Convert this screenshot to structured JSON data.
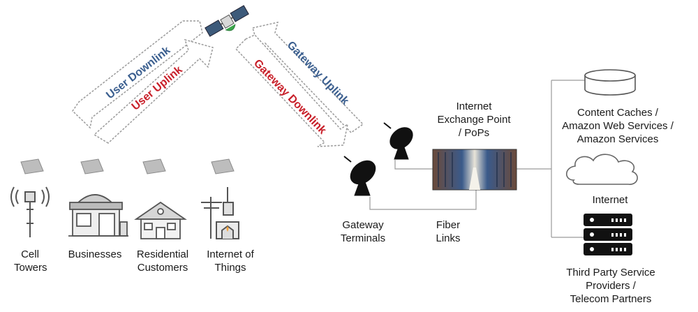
{
  "links": {
    "user_downlink": "User Downlink",
    "user_uplink": "User Uplink",
    "gateway_uplink": "Gateway Uplink",
    "gateway_downlink": "Gateway Downlink"
  },
  "endpoints": {
    "cell_towers": [
      "Cell",
      "Towers"
    ],
    "businesses": [
      "Businesses"
    ],
    "residential": [
      "Residential",
      "Customers"
    ],
    "iot": [
      "Internet of",
      "Things"
    ]
  },
  "gateway": {
    "terminals": [
      "Gateway",
      "Terminals"
    ],
    "fiber": [
      "Fiber",
      "Links"
    ],
    "ixp": [
      "Internet",
      "Exchange Point",
      "/  PoPs"
    ]
  },
  "services": {
    "content": [
      "Content Caches /",
      "Amazon Web Services /",
      "Amazon Services"
    ],
    "internet": [
      "Internet"
    ],
    "third_party": [
      "Third Party Service",
      "Providers /",
      "Telecom Partners"
    ]
  },
  "colors": {
    "downlink_blue": "#3b5f8f",
    "uplink_red": "#c8202a",
    "line_gray": "#9a9a9a"
  }
}
